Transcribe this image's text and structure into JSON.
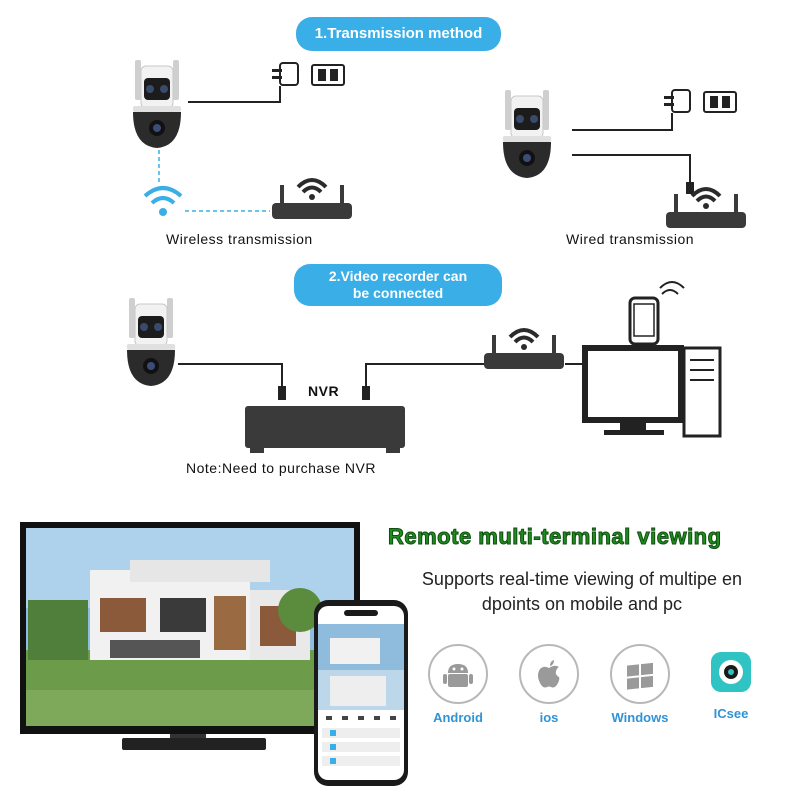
{
  "section1": {
    "title": "1.Transmission method"
  },
  "wireless": {
    "label": "Wireless transmission"
  },
  "wired": {
    "label": "Wired transmission"
  },
  "section2": {
    "title_line1": "2.Video recorder can",
    "title_line2": "be connected"
  },
  "nvr": {
    "label": "NVR",
    "note": "Note:Need to purchase NVR"
  },
  "remote": {
    "title": "Remote multi-terminal viewing",
    "subtitle_line1": "Supports real-time viewing of multipe en",
    "subtitle_line2": "dpoints on mobile and pc"
  },
  "platforms": [
    {
      "name": "Android",
      "icon": "android-icon"
    },
    {
      "name": "ios",
      "icon": "apple-icon"
    },
    {
      "name": "Windows",
      "icon": "windows-icon"
    },
    {
      "name": "ICsee",
      "icon": "icsee-icon"
    }
  ],
  "colors": {
    "accent": "#3aaee6",
    "title_green": "#1f8c1f",
    "platform_text": "#2f93d5"
  }
}
